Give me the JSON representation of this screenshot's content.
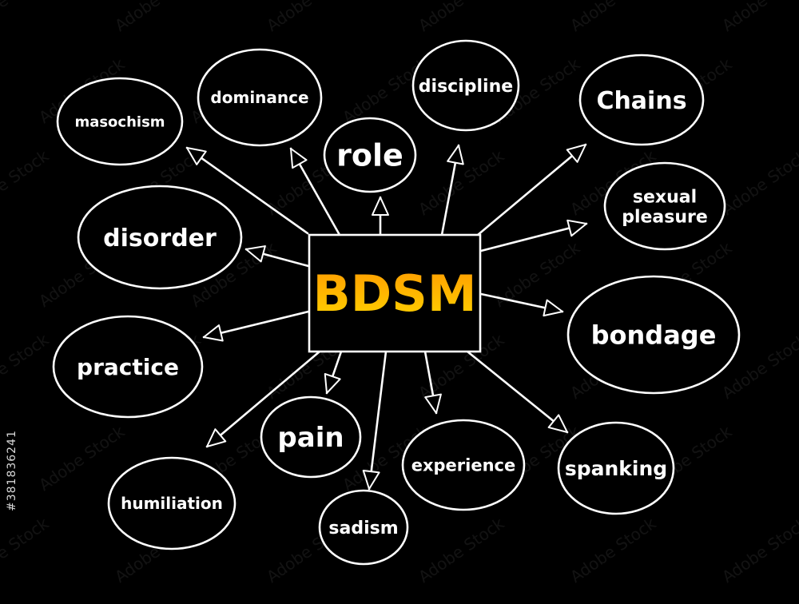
{
  "center": {
    "label": "BDSM",
    "gradient": [
      "#ff9a00",
      "#ffd400"
    ]
  },
  "nodes": [
    {
      "id": "masochism",
      "label": "masochism"
    },
    {
      "id": "dominance",
      "label": "dominance"
    },
    {
      "id": "role",
      "label": "role"
    },
    {
      "id": "discipline",
      "label": "discipline"
    },
    {
      "id": "chains",
      "label": "Chains"
    },
    {
      "id": "sexual-pleasure",
      "label": "sexual\npleasure"
    },
    {
      "id": "disorder",
      "label": "disorder"
    },
    {
      "id": "bondage",
      "label": "bondage"
    },
    {
      "id": "practice",
      "label": "practice"
    },
    {
      "id": "pain",
      "label": "pain"
    },
    {
      "id": "experience",
      "label": "experience"
    },
    {
      "id": "spanking",
      "label": "spanking"
    },
    {
      "id": "humiliation",
      "label": "humiliation"
    },
    {
      "id": "sadism",
      "label": "sadism"
    }
  ],
  "watermark": "Adobe Stock",
  "stock_id": "#381836241",
  "colors": {
    "background": "#000000",
    "stroke": "#ffffff"
  }
}
